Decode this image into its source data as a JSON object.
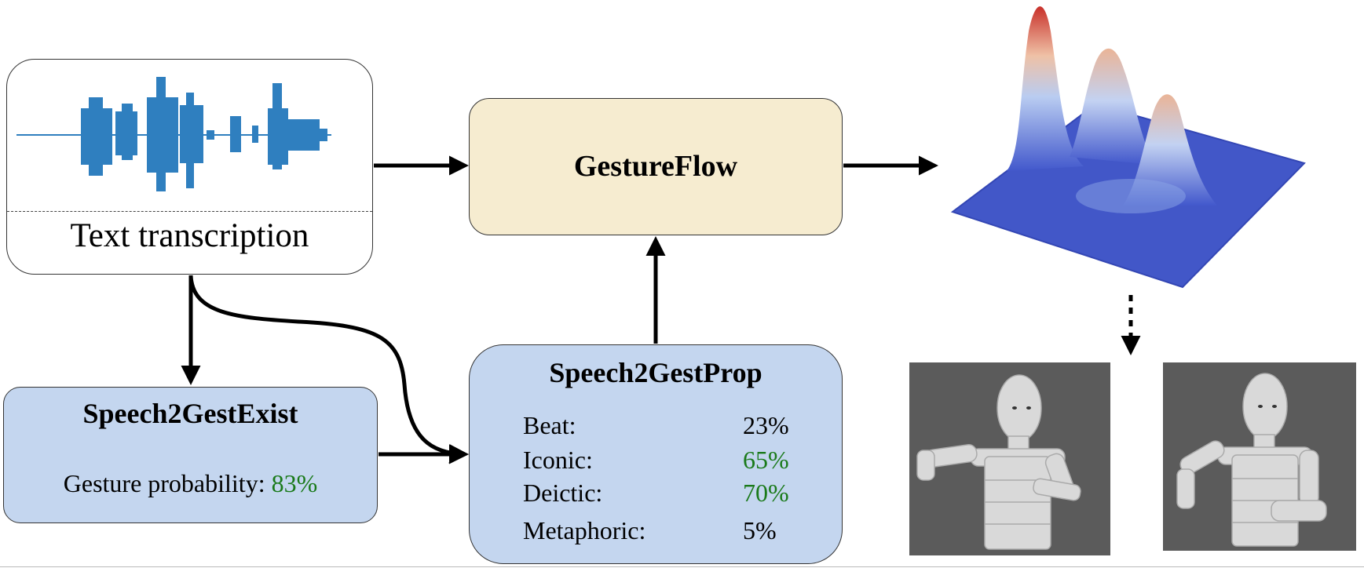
{
  "input": {
    "caption": "Text transcription"
  },
  "gesture_flow": {
    "title": "GestureFlow"
  },
  "speech2gest_exist": {
    "title": "Speech2GestExist",
    "label": "Gesture probability:",
    "value": "83%"
  },
  "speech2gest_prop": {
    "title": "Speech2GestProp",
    "rows": [
      {
        "label": "Beat:",
        "value": "23%",
        "highlight": false
      },
      {
        "label": "Iconic:",
        "value": "65%",
        "highlight": true
      },
      {
        "label": "Deictic:",
        "value": "70%",
        "highlight": true
      },
      {
        "label": "Metaphoric:",
        "value": "5%",
        "highlight": false
      }
    ]
  },
  "colors": {
    "flow_fill": "#f6ecd0",
    "module_fill": "#c4d6ef",
    "highlight_text": "#1a7a1a",
    "waveform": "#2f7fbf",
    "surface_low": "#3e55c9",
    "surface_high": "#c8302a"
  },
  "icons": [
    "audio-waveform",
    "density-surface-plot",
    "robot-pose-1",
    "robot-pose-2"
  ]
}
